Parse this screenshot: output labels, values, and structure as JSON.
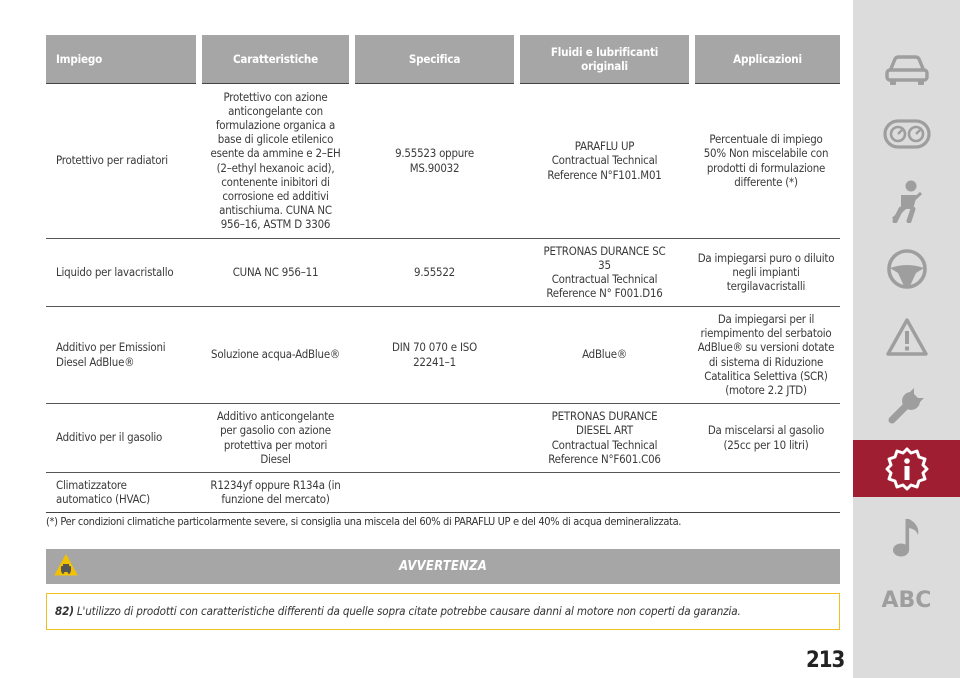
{
  "table": {
    "headers": [
      "Impiego",
      "Caratteristiche",
      "Specifica",
      "Fluidi e lubrificanti\noriginali",
      "Applicazioni"
    ],
    "rows": [
      [
        "Protettivo per radiatori",
        "Protettivo con azione\nanticongelante con\nformulazione organica a\nbase di glicole etilenico\nesente da ammine e 2–EH\n(2–ethyl hexanoic acid),\ncontenente inibitori di\ncorrosione ed additivi\nantischiuma. CUNA NC\n956–16, ASTM D 3306",
        "9.55523 oppure\nMS.90032",
        "PARAFLU UP\nContractual Technical\nReference N°F101.M01",
        "Percentuale di impiego\n50% Non miscelabile con\nprodotti di formulazione\ndifferente (*)"
      ],
      [
        "Liquido per lavacristallo",
        "CUNA NC 956–11",
        "9.55522",
        "PETRONAS DURANCE SC\n35\nContractual Technical\nReference N° F001.D16",
        "Da impiegarsi puro o diluito\nnegli impianti\ntergilavacristalli"
      ],
      [
        "Additivo per Emissioni\nDiesel AdBlue®",
        "Soluzione acqua-AdBlue®",
        "DIN 70 070 e ISO\n22241–1",
        "AdBlue®",
        "Da impiegarsi per il\nriempimento del serbatoio\nAdBlue® su versioni dotate\ndi sistema di Riduzione\nCatalitica Selettiva (SCR)\n(motore 2.2 JTD)"
      ],
      [
        "Additivo per il gasolio",
        "Additivo anticongelante\nper gasolio con azione\nprotettiva per motori\nDiesel",
        "",
        "PETRONAS DURANCE\nDIESEL ART\nContractual Technical\nReference N°F601.C06",
        "Da miscelarsi al gasolio\n(25cc per 10 litri)"
      ],
      [
        "Climatizzatore\nautomatico (HVAC)",
        "R1234yf oppure R134a (in\nfunzione del mercato)",
        "",
        "",
        ""
      ]
    ]
  },
  "footnote": "(*) Per condizioni climatiche particolarmente severe, si consiglia una miscela del 60% di PARAFLU UP e del 40% di acqua demineralizzata.",
  "warning": {
    "title": "AVVERTENZA",
    "number": "82)",
    "text": "L'utilizzo di prodotti con caratteristiche differenti da quelle sopra citate potrebbe causare danni al motore non coperti da garanzia."
  },
  "page_number": "213",
  "sidebar": {
    "items": [
      {
        "icon": "car-icon"
      },
      {
        "icon": "dashboard-gauges-icon"
      },
      {
        "icon": "seatbelt-passenger-icon"
      },
      {
        "icon": "steering-wheel-icon"
      },
      {
        "icon": "warning-triangle-icon"
      },
      {
        "icon": "wrench-icon"
      },
      {
        "icon": "technical-data-icon",
        "active": true
      },
      {
        "icon": "music-note-icon"
      },
      {
        "label": "ABC"
      }
    ],
    "active_color": "#a01e32"
  }
}
